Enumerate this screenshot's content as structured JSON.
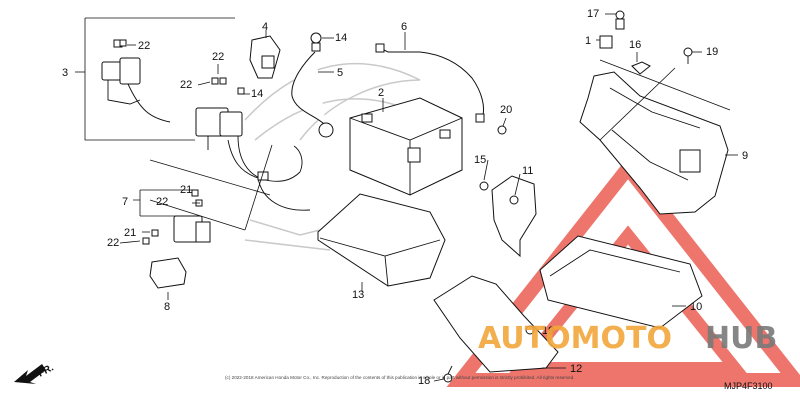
{
  "diagram": {
    "code": "MJP4F3100",
    "direction_label": "FR.",
    "copyright": "(c) 2022-2018 American Honda Motor Co., Inc. Reproduction of the contents of this publication in whole or in part without permission is strictly prohibited. All rights reserved.",
    "callouts": [
      "1",
      "2",
      "3",
      "4",
      "5",
      "6",
      "7",
      "8",
      "9",
      "10",
      "11",
      "12",
      "13",
      "14",
      "15",
      "16",
      "17",
      "18",
      "19",
      "20",
      "21",
      "22"
    ]
  },
  "watermark": {
    "brand_part1": "AUTOMOTO",
    "brand_part2": "HUB",
    "accent_color": "#e8473c",
    "brand_color": "#f2a63a",
    "brand_gray": "#7a7a7a"
  }
}
